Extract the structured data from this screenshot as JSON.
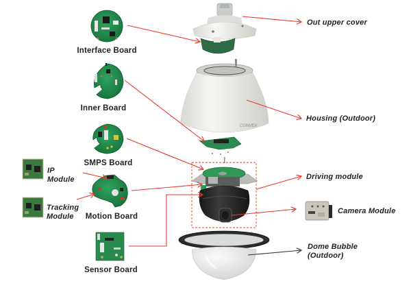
{
  "diagram": {
    "type": "exploded-view product diagram",
    "subject": "PTZ dome camera",
    "brand_mark": "CONVEX",
    "colors": {
      "leader_red": "#e8392c",
      "leader_dark": "#333333",
      "pcb_green": "#1f8a4a",
      "housing_white": "#ecece8",
      "camera_black": "#2a2a2a",
      "label_text": "#222222"
    },
    "left_components": [
      {
        "id": "interface-board",
        "label": "Interface Board"
      },
      {
        "id": "inner-board",
        "label": "Inner Board"
      },
      {
        "id": "smps-board",
        "label": "SMPS Board"
      },
      {
        "id": "motion-board",
        "label": "Motion Board"
      },
      {
        "id": "sensor-board",
        "label": "Sensor Board"
      }
    ],
    "sub_modules": [
      {
        "id": "ip-module",
        "label_line1": "IP",
        "label_line2": "Module"
      },
      {
        "id": "tracking-module",
        "label_line1": "Tracking",
        "label_line2": "Module"
      }
    ],
    "right_callouts": [
      {
        "id": "out-upper-cover",
        "label": "Out upper cover"
      },
      {
        "id": "housing",
        "label": "Housing (Outdoor)"
      },
      {
        "id": "driving-module",
        "label": "Driving module"
      },
      {
        "id": "camera-module",
        "label": "Camera Module"
      },
      {
        "id": "dome-bubble",
        "label_line1": "Dome Bubble",
        "label_line2": "(Outdoor)"
      }
    ]
  }
}
